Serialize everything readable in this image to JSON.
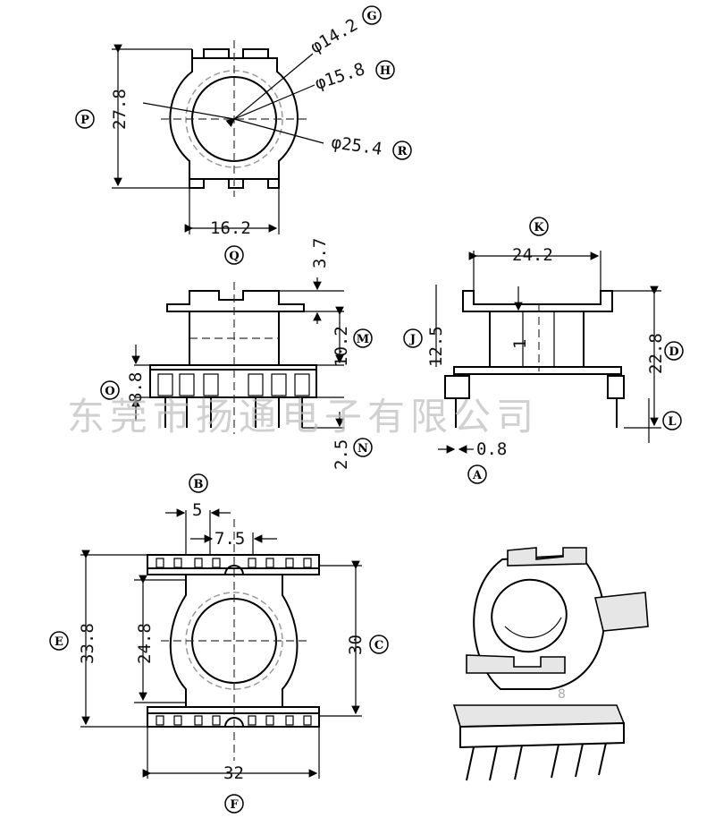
{
  "watermark": "东莞市扬通电子有限公司",
  "top_view": {
    "dims": {
      "d1": "φ14.2",
      "d2": "φ15.8",
      "d3": "φ25.4",
      "height": "27.8",
      "width": "16.2"
    },
    "tags": {
      "d1": "G",
      "d2": "H",
      "d3": "R",
      "height": "P",
      "width": "Q"
    }
  },
  "front_view": {
    "dims": {
      "top": "3.7",
      "body": "10.2",
      "base": "8.8",
      "pin": "2.5"
    },
    "tags": {
      "body": "M",
      "base": "O",
      "pin": "N"
    }
  },
  "side_view": {
    "dims": {
      "width": "24.2",
      "height": "12.5",
      "wall": "1",
      "total": "22.8",
      "pin_off": "0.8"
    },
    "tags": {
      "width": "K",
      "height": "J",
      "total": "D",
      "pin": "L",
      "pin_off": "A"
    }
  },
  "bottom_view": {
    "dims": {
      "pitch": "5",
      "gap": "7.5",
      "overall": "33.8",
      "inner": "24.8",
      "mid": "30",
      "width": "32"
    },
    "tags": {
      "pitch": "B",
      "overall": "E",
      "mid": "C",
      "width": "F"
    }
  },
  "iso_view": {
    "mark": "8"
  }
}
